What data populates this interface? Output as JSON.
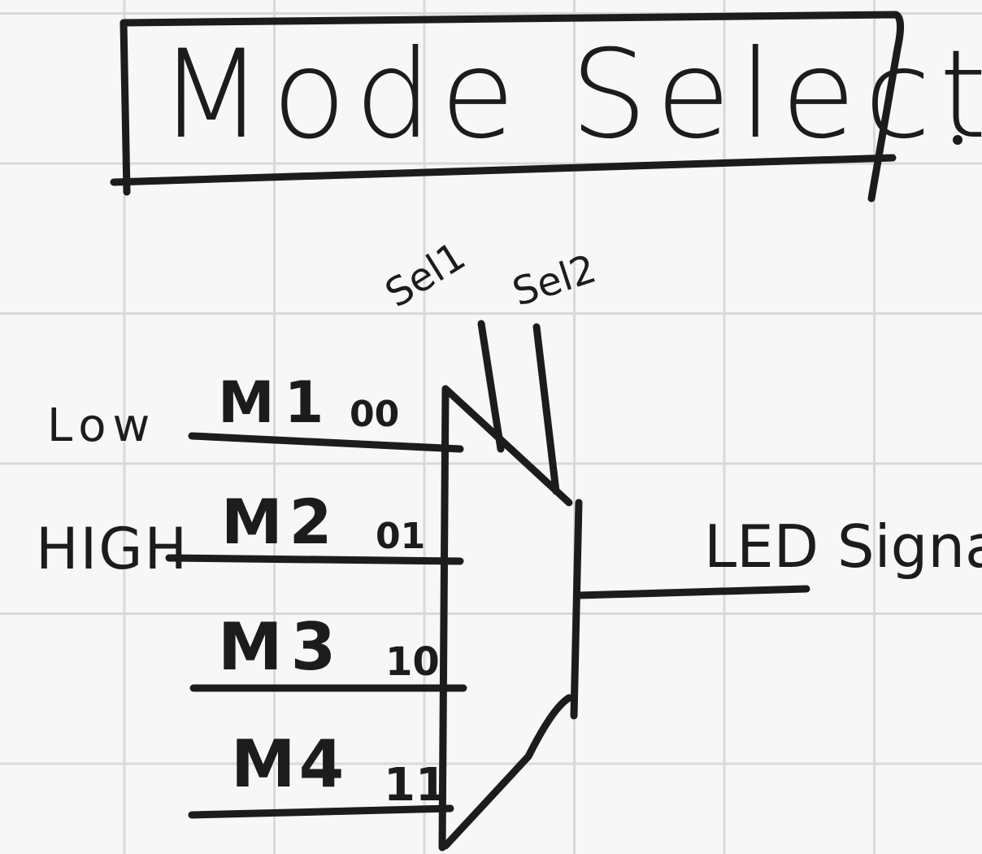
{
  "title": "Mode Select",
  "select_lines": [
    "Sel1",
    "Sel2"
  ],
  "inputs": [
    {
      "level": "Low",
      "mode": "M1",
      "code": "00"
    },
    {
      "level": "HIGH",
      "mode": "M2",
      "code": "01"
    },
    {
      "level": "",
      "mode": "M3",
      "code": "10"
    },
    {
      "level": "",
      "mode": "M4",
      "code": "11"
    }
  ],
  "output": "LED Signal",
  "colors": {
    "ink": "#1c1c1c",
    "grid": "#d9d9d9",
    "paper": "#f7f7f7"
  }
}
